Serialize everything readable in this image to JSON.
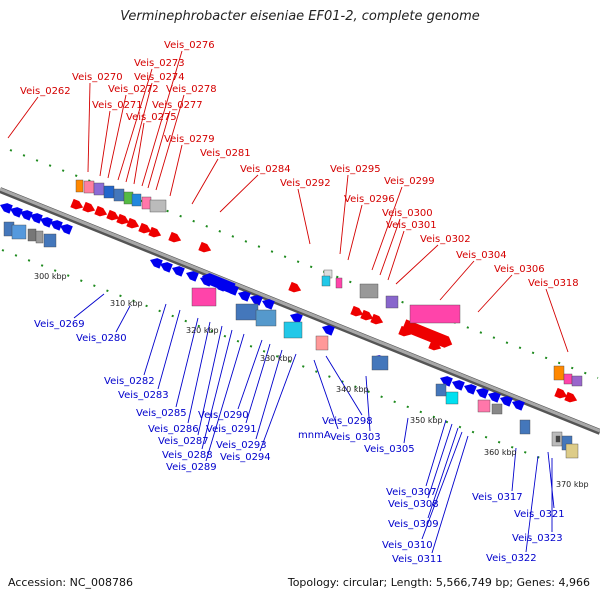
{
  "title": "Verminephrobacter eiseniae EF01-2, complete genome",
  "footer": {
    "accession": "Accession: NC_008786",
    "summary": "Topology: circular; Length: 5,566,749 bp; Genes: 4,966"
  },
  "colors": {
    "top_strand_label": "#d40000",
    "bottom_strand_label": "#0000cc",
    "forward_gene": "#ee0000",
    "reverse_gene": "#0000ee",
    "tick": "#1e8a1e",
    "backbone": "#8a8a8a"
  },
  "scale_ticks": [
    "300 kbp",
    "310 kbp",
    "320 kbp",
    "330 kbp",
    "340 kbp",
    "350 kbp",
    "360 kbp",
    "370 kbp"
  ],
  "top_labels": [
    "Veis_0262",
    "Veis_0270",
    "Veis_0271",
    "Veis_0272",
    "Veis_0273",
    "Veis_0274",
    "Veis_0275",
    "Veis_0276",
    "Veis_0277",
    "Veis_0278",
    "Veis_0279",
    "Veis_0281",
    "Veis_0284",
    "Veis_0292",
    "Veis_0295",
    "Veis_0296",
    "Veis_0299",
    "Veis_0300",
    "Veis_0301",
    "Veis_0302",
    "Veis_0304",
    "Veis_0306",
    "Veis_0318"
  ],
  "bottom_labels": [
    "Veis_0269",
    "Veis_0280",
    "Veis_0282",
    "Veis_0283",
    "Veis_0285",
    "Veis_0286",
    "Veis_0287",
    "Veis_0288",
    "Veis_0289",
    "Veis_0290",
    "Veis_0291",
    "Veis_0293",
    "Veis_0294",
    "mnmA",
    "Veis_0298",
    "Veis_0303",
    "Veis_0305",
    "Veis_0307",
    "Veis_0308",
    "Veis_0309",
    "Veis_0310",
    "Veis_0311",
    "Veis_0317",
    "Veis_0321",
    "Veis_0322",
    "Veis_0323"
  ]
}
